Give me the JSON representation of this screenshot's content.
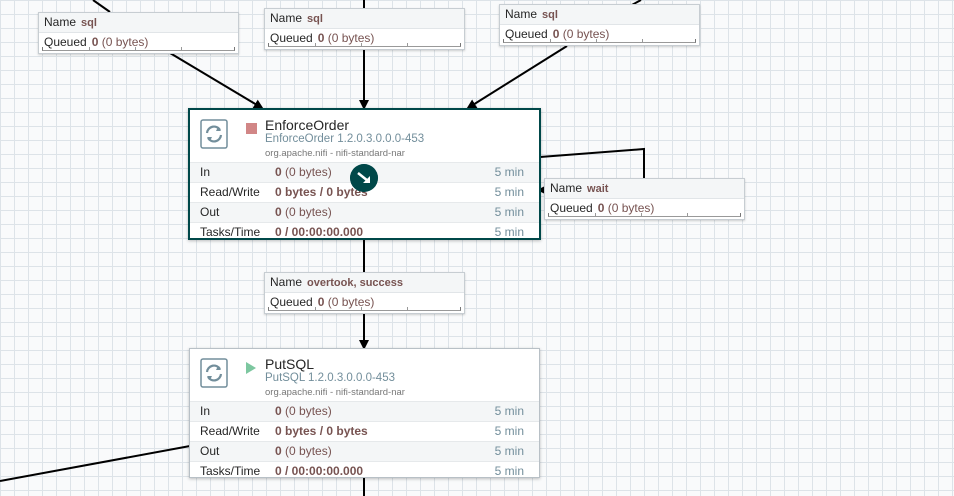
{
  "connections": [
    {
      "name_label": "Name",
      "name": "sql",
      "queued_label": "Queued",
      "queued_count": "0",
      "queued_size": "(0 bytes)"
    },
    {
      "name_label": "Name",
      "name": "sql",
      "queued_label": "Queued",
      "queued_count": "0",
      "queued_size": "(0 bytes)"
    },
    {
      "name_label": "Name",
      "name": "sql",
      "queued_label": "Queued",
      "queued_count": "0",
      "queued_size": "(0 bytes)"
    },
    {
      "name_label": "Name",
      "name": "wait",
      "queued_label": "Queued",
      "queued_count": "0",
      "queued_size": "(0 bytes)"
    },
    {
      "name_label": "Name",
      "name": "overtook, success",
      "queued_label": "Queued",
      "queued_count": "0",
      "queued_size": "(0 bytes)"
    }
  ],
  "processors": [
    {
      "name": "EnforceOrder",
      "type": "EnforceOrder 1.2.0.3.0.0.0-453",
      "bundle": "org.apache.nifi - nifi-standard-nar",
      "state_icon": "stop-icon",
      "stats": {
        "in_label": "In",
        "in_count": "0",
        "in_size": "(0 bytes)",
        "in_time": "5 min",
        "rw_label": "Read/Write",
        "rw_value": "0 bytes / 0 bytes",
        "rw_time": "5 min",
        "out_label": "Out",
        "out_count": "0",
        "out_size": "(0 bytes)",
        "out_time": "5 min",
        "tasks_label": "Tasks/Time",
        "tasks_value": "0 / 00:00:00.000",
        "tasks_time": "5 min"
      }
    },
    {
      "name": "PutSQL",
      "type": "PutSQL 1.2.0.3.0.0.0-453",
      "bundle": "org.apache.nifi - nifi-standard-nar",
      "state_icon": "play-icon",
      "stats": {
        "in_label": "In",
        "in_count": "0",
        "in_size": "(0 bytes)",
        "in_time": "5 min",
        "rw_label": "Read/Write",
        "rw_value": "0 bytes / 0 bytes",
        "rw_time": "5 min",
        "out_label": "Out",
        "out_count": "0",
        "out_size": "(0 bytes)",
        "out_time": "5 min",
        "tasks_label": "Tasks/Time",
        "tasks_value": "0 / 00:00:00.000",
        "tasks_time": "5 min"
      }
    }
  ],
  "colors": {
    "accent": "#004849",
    "value": "#775351",
    "muted": "#728e9b",
    "stopped": "#d18686",
    "running": "#7dc7a0"
  },
  "icons": [
    "processor-icon",
    "stop-icon",
    "play-icon",
    "connection-drag-icon"
  ]
}
